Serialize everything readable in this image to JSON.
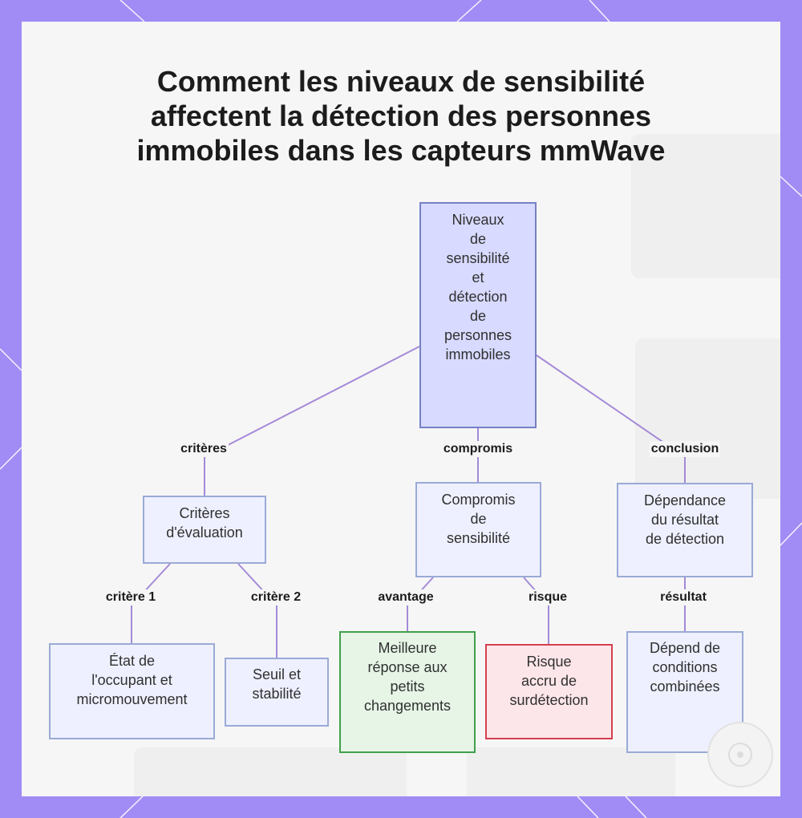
{
  "title_lines": [
    "Comment les niveaux de sensibilité",
    "affectent la détection des personnes",
    "immobiles dans les capteurs mmWave"
  ],
  "nodes": {
    "root": [
      "Niveaux",
      "de",
      "sensibilité",
      "et",
      "détection",
      "de",
      "personnes",
      "immobiles"
    ],
    "criteria": [
      "Critères",
      "d'évaluation"
    ],
    "tradeoff": [
      "Compromis",
      "de",
      "sensibilité"
    ],
    "dependence": [
      "Dépendance",
      "du résultat",
      "de détection"
    ],
    "occupant": [
      "État de",
      "l'occupant et",
      "micromouvement"
    ],
    "threshold": [
      "Seuil et",
      "stabilité"
    ],
    "better": [
      "Meilleure",
      "réponse aux",
      "petits",
      "changements"
    ],
    "risk": [
      "Risque",
      "accru de",
      "surdétection"
    ],
    "depends": [
      "Dépend de",
      "conditions",
      "combinées"
    ]
  },
  "edge_labels": {
    "criteres": "critères",
    "compromis": "compromis",
    "conclusion": "conclusion",
    "critere1": "critère 1",
    "critere2": "critère 2",
    "avantage": "avantage",
    "risque": "risque",
    "resultat": "résultat"
  },
  "colors": {
    "frame": "#a18cf5",
    "node_fill": "#eef0ff",
    "root_fill": "#d8daff",
    "positive_fill": "#e6f5e6",
    "positive_border": "#3fa04a",
    "negative_fill": "#fde6ea",
    "negative_border": "#d4404e",
    "edge": "#a48ad8"
  }
}
